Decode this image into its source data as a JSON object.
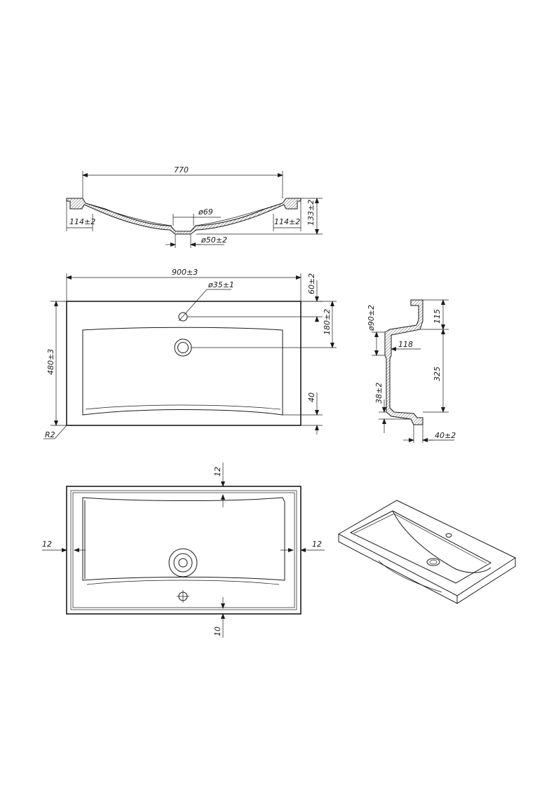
{
  "drawing": {
    "front_section": {
      "width_top": "770",
      "ledge_left": "114±2",
      "ledge_right": "114±2",
      "height": "133±2",
      "drain_outer": "ø69",
      "drain_inner": "ø50±2"
    },
    "plan_view": {
      "width": "900±3",
      "depth": "480±3",
      "tap_hole": "ø35±1",
      "tap_offset": "60±2",
      "drain_offset": "180±2",
      "front_rim": "40",
      "corner_radius": "R2"
    },
    "side_section": {
      "drain_dia": "ø90±2",
      "top_depth": "115",
      "drain_width": "118",
      "bowl_depth": "325",
      "bottom_offset": "38±2",
      "rim_thickness": "40±2"
    },
    "bottom_view": {
      "top_margin": "12",
      "left_margin": "12",
      "right_margin": "12",
      "bottom_margin": "10"
    }
  }
}
